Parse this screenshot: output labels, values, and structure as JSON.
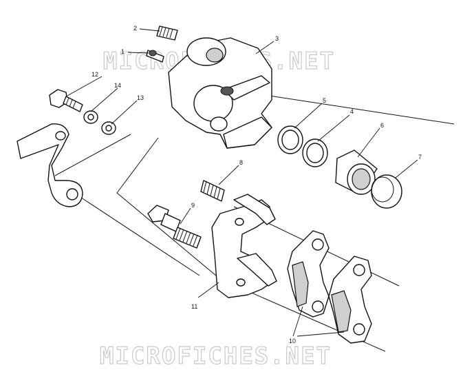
{
  "watermark": {
    "top_text": "MICROFICHES.NET",
    "bottom_text": "MICROFICHES.NET"
  },
  "callouts": {
    "c1": "1",
    "c2": "2",
    "c3": "3",
    "c4": "4",
    "c5": "5",
    "c6": "6",
    "c7": "7",
    "c8": "8",
    "c9": "9",
    "c10": "10",
    "c11": "11",
    "c12": "12",
    "c13": "13",
    "c14": "14"
  }
}
